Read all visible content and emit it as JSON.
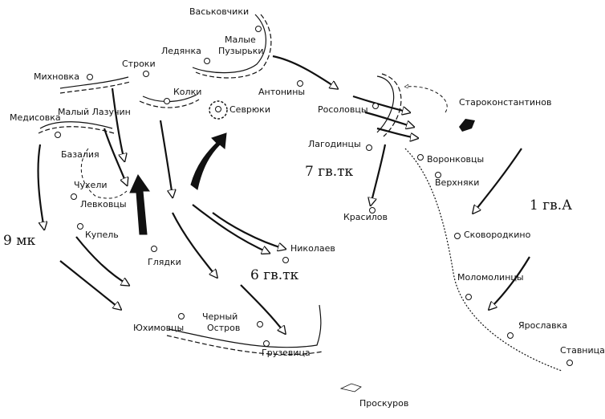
{
  "settlements": [
    "Васьковчики",
    "Малые Пузырьки",
    "Ледянка",
    "Антонины",
    "Михновка",
    "Строки",
    "Колки",
    "Севрюки",
    "Росоловцы",
    "Староконстантинов",
    "Медисовка",
    "Малый Лазучин",
    "Базалия",
    "Лагодинцы",
    "Воронковцы",
    "Чухели",
    "Левковцы",
    "Верхняки",
    "Купель",
    "Красилов",
    "Николаев",
    "Сковородкино",
    "Глядки",
    "Моломолинцы",
    "Юхимовцы",
    "Черный Остров",
    "Ярославка",
    "Грузевица",
    "Ставница",
    "Проскуров"
  ],
  "units": {
    "mk9": "9 мк",
    "gvtk7": "7 гв.тк",
    "gvtk6": "6 гв.тк",
    "gvA1": "1 гв.А"
  },
  "colors": {
    "ink": "#111111",
    "paper": "#ffffff"
  }
}
